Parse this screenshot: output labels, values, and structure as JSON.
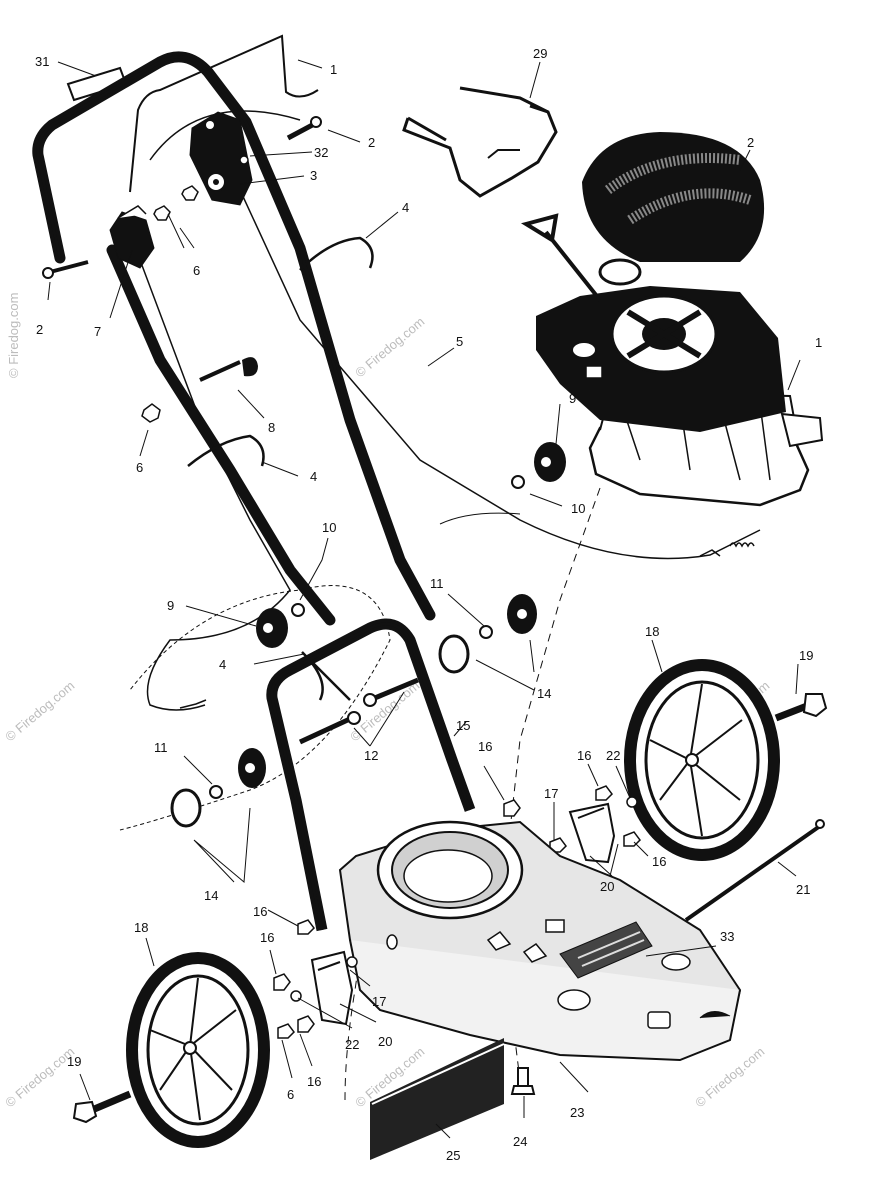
{
  "watermark": "© Firedog.com",
  "callouts": [
    {
      "id": "c31",
      "text": "31"
    },
    {
      "id": "c1a",
      "text": "1"
    },
    {
      "id": "c29",
      "text": "29"
    },
    {
      "id": "c2a",
      "text": "2"
    },
    {
      "id": "c32",
      "text": "32"
    },
    {
      "id": "c3",
      "text": "3"
    },
    {
      "id": "c2b",
      "text": "2"
    },
    {
      "id": "c4a",
      "text": "4"
    },
    {
      "id": "c2c",
      "text": "2"
    },
    {
      "id": "c6a",
      "text": "6"
    },
    {
      "id": "c7",
      "text": "7"
    },
    {
      "id": "c5",
      "text": "5"
    },
    {
      "id": "c1b",
      "text": "1"
    },
    {
      "id": "c9a",
      "text": "9"
    },
    {
      "id": "c8",
      "text": "8"
    },
    {
      "id": "c6b",
      "text": "6"
    },
    {
      "id": "c4b",
      "text": "4"
    },
    {
      "id": "c10a",
      "text": "10"
    },
    {
      "id": "c10b",
      "text": "10"
    },
    {
      "id": "c9b",
      "text": "9"
    },
    {
      "id": "c11a",
      "text": "11"
    },
    {
      "id": "c4c",
      "text": "4"
    },
    {
      "id": "c14a",
      "text": "14"
    },
    {
      "id": "c18a",
      "text": "18"
    },
    {
      "id": "c19a",
      "text": "19"
    },
    {
      "id": "c15",
      "text": "15"
    },
    {
      "id": "c12",
      "text": "12"
    },
    {
      "id": "c16a",
      "text": "16"
    },
    {
      "id": "c11b",
      "text": "11"
    },
    {
      "id": "c16b",
      "text": "16"
    },
    {
      "id": "c22a",
      "text": "22"
    },
    {
      "id": "c17a",
      "text": "17"
    },
    {
      "id": "c16c",
      "text": "16"
    },
    {
      "id": "c20a",
      "text": "20"
    },
    {
      "id": "c21",
      "text": "21"
    },
    {
      "id": "c14b",
      "text": "14"
    },
    {
      "id": "c16d",
      "text": "16"
    },
    {
      "id": "c33",
      "text": "33"
    },
    {
      "id": "c18b",
      "text": "18"
    },
    {
      "id": "c16e",
      "text": "16"
    },
    {
      "id": "c17b",
      "text": "17"
    },
    {
      "id": "c20b",
      "text": "20"
    },
    {
      "id": "c22b",
      "text": "22"
    },
    {
      "id": "c19b",
      "text": "19"
    },
    {
      "id": "c6c",
      "text": "6"
    },
    {
      "id": "c16f",
      "text": "16"
    },
    {
      "id": "c23",
      "text": "23"
    },
    {
      "id": "c24",
      "text": "24"
    },
    {
      "id": "c25",
      "text": "25"
    }
  ]
}
